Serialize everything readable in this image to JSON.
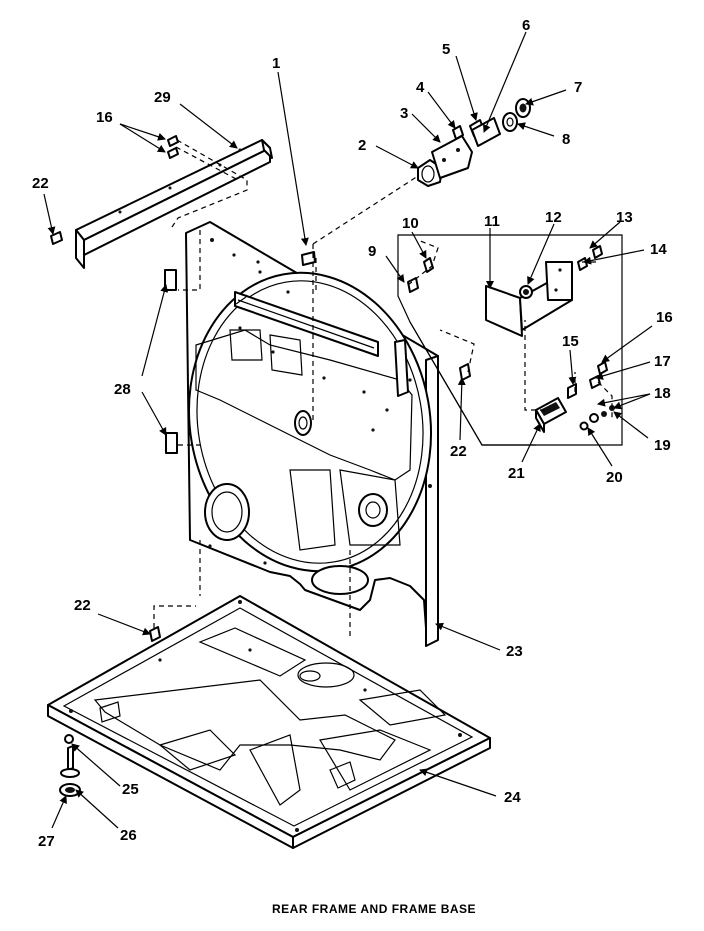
{
  "caption": "REAR FRAME AND FRAME BASE",
  "callouts": {
    "c1": "1",
    "c2": "2",
    "c3": "3",
    "c4": "4",
    "c5": "5",
    "c6": "6",
    "c7": "7",
    "c8": "8",
    "c9": "9",
    "c10": "10",
    "c11": "11",
    "c12": "12",
    "c13": "13",
    "c14": "14",
    "c15": "15",
    "c16a": "16",
    "c16b": "16",
    "c17": "17",
    "c18": "18",
    "c19": "19",
    "c20": "20",
    "c21": "21",
    "c22a": "22",
    "c22b": "22",
    "c22c": "22",
    "c23": "23",
    "c24": "24",
    "c25": "25",
    "c26": "26",
    "c27": "27",
    "c28": "28",
    "c29": "29"
  }
}
